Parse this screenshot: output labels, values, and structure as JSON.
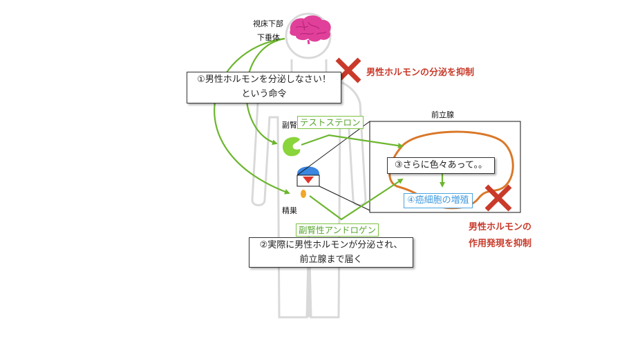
{
  "labels": {
    "hypothalamus": "視床下部",
    "pituitary": "下垂体",
    "adrenal": "副腎",
    "testis": "精巣",
    "prostate": "前立腺"
  },
  "boxes": {
    "step1_line1": "①男性ホルモンを分泌しなさい！",
    "step1_line2": "という命令",
    "step2_line1": "②実際に男性ホルモンが分泌され、",
    "step2_line2": "前立腺まで届く",
    "step3": "③さらに色々あって。。",
    "step4": "④癌細胞の増殖"
  },
  "hormones": {
    "testosterone": "テストステロン",
    "adrenal_androgen": "副腎性アンドロゲン"
  },
  "inhibition": {
    "secretion": "男性ホルモンの分泌を抑制",
    "action_line1": "男性ホルモンの",
    "action_line2": "作用発現を抑制"
  },
  "colors": {
    "arrow_green": "#6cb52e",
    "inhibit_red": "#c93a2a",
    "brain_pink": "#e0409a",
    "prostate_orange": "#d9782a",
    "cancer_blue": "#3f9ae0",
    "bladder_blue": "#3a86e0",
    "adrenal_green": "#8ad43c"
  }
}
